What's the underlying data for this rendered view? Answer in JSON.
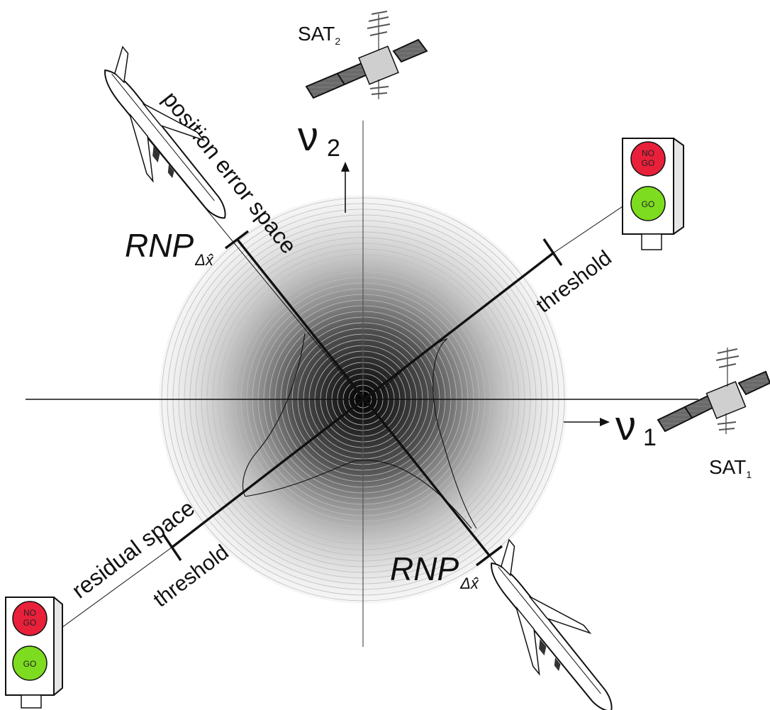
{
  "axes": {
    "v1": {
      "symbol": "ν",
      "subscript": "1"
    },
    "v2": {
      "symbol": "ν",
      "subscript": "2"
    }
  },
  "satellites": {
    "sat1": {
      "label": "SAT",
      "subscript": "1"
    },
    "sat2": {
      "label": "SAT",
      "subscript": "2"
    }
  },
  "spaces": {
    "position_error": "position error space",
    "residual": "residual space"
  },
  "threshold_label": "threshold",
  "rnp": {
    "main": "RNP",
    "subscript": "Δx̂"
  },
  "traffic_light": {
    "no_go": [
      "NO",
      "GO"
    ],
    "go": "GO"
  },
  "colors": {
    "no_go": "#e8203a",
    "go": "#7ddc1f",
    "ink": "#111111",
    "panel": "#555555"
  }
}
